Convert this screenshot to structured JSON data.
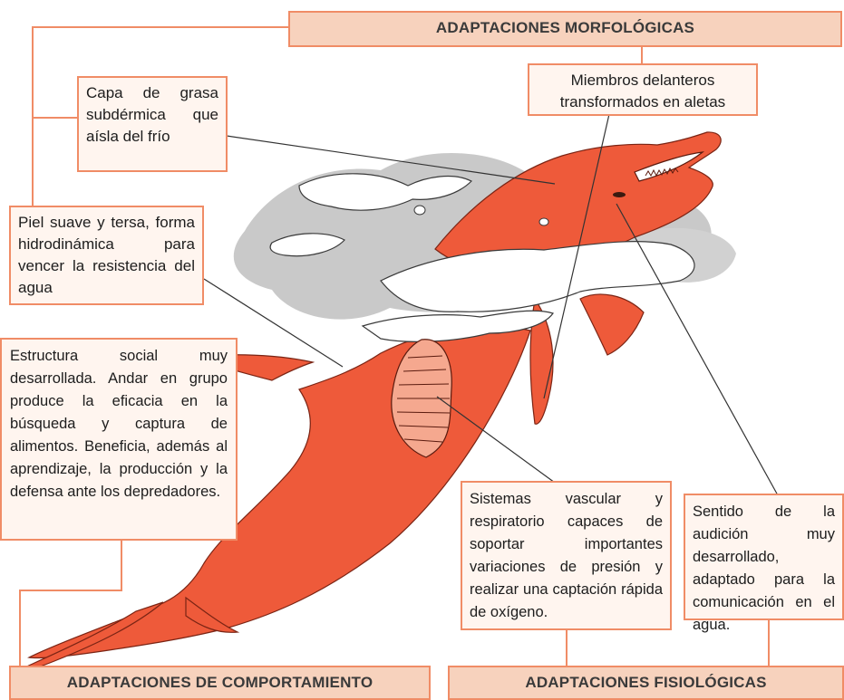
{
  "headers": {
    "morphological": "ADAPTACIONES MORFOLÓGICAS",
    "behavioral": "ADAPTACIONES DE COMPORTAMIENTO",
    "physiological": "ADAPTACIONES FISIOLÓGICAS"
  },
  "labels": {
    "fat_layer": "Capa de grasa subdérmica que aísla del frío",
    "front_limbs": "Miembros delanteros transformados en aletas",
    "skin": "Piel suave y tersa, forma hidrodinámica para vencer la resistencia del agua",
    "social": "Estructura social muy desarrollada. Andar en grupo produce la eficacia en la búsqueda y captura de alimentos. Beneficia, además al aprendizaje, la producción y la defensa ante los depredadores.",
    "vascular": "Sistemas vascular y respiratorio capaces de soportar importantes variaciones de presión y realizar una captación rápida de oxígeno.",
    "hearing": "Sentido de la audición muy desarrollado, adaptado para la comunicación en el agua."
  },
  "colors": {
    "dolphin": "#ee5a3a",
    "water_shadow": "#c9c9c9",
    "box_border": "#f08c66",
    "box_fill": "#fff5ef",
    "header_fill": "#f7d2bd"
  }
}
